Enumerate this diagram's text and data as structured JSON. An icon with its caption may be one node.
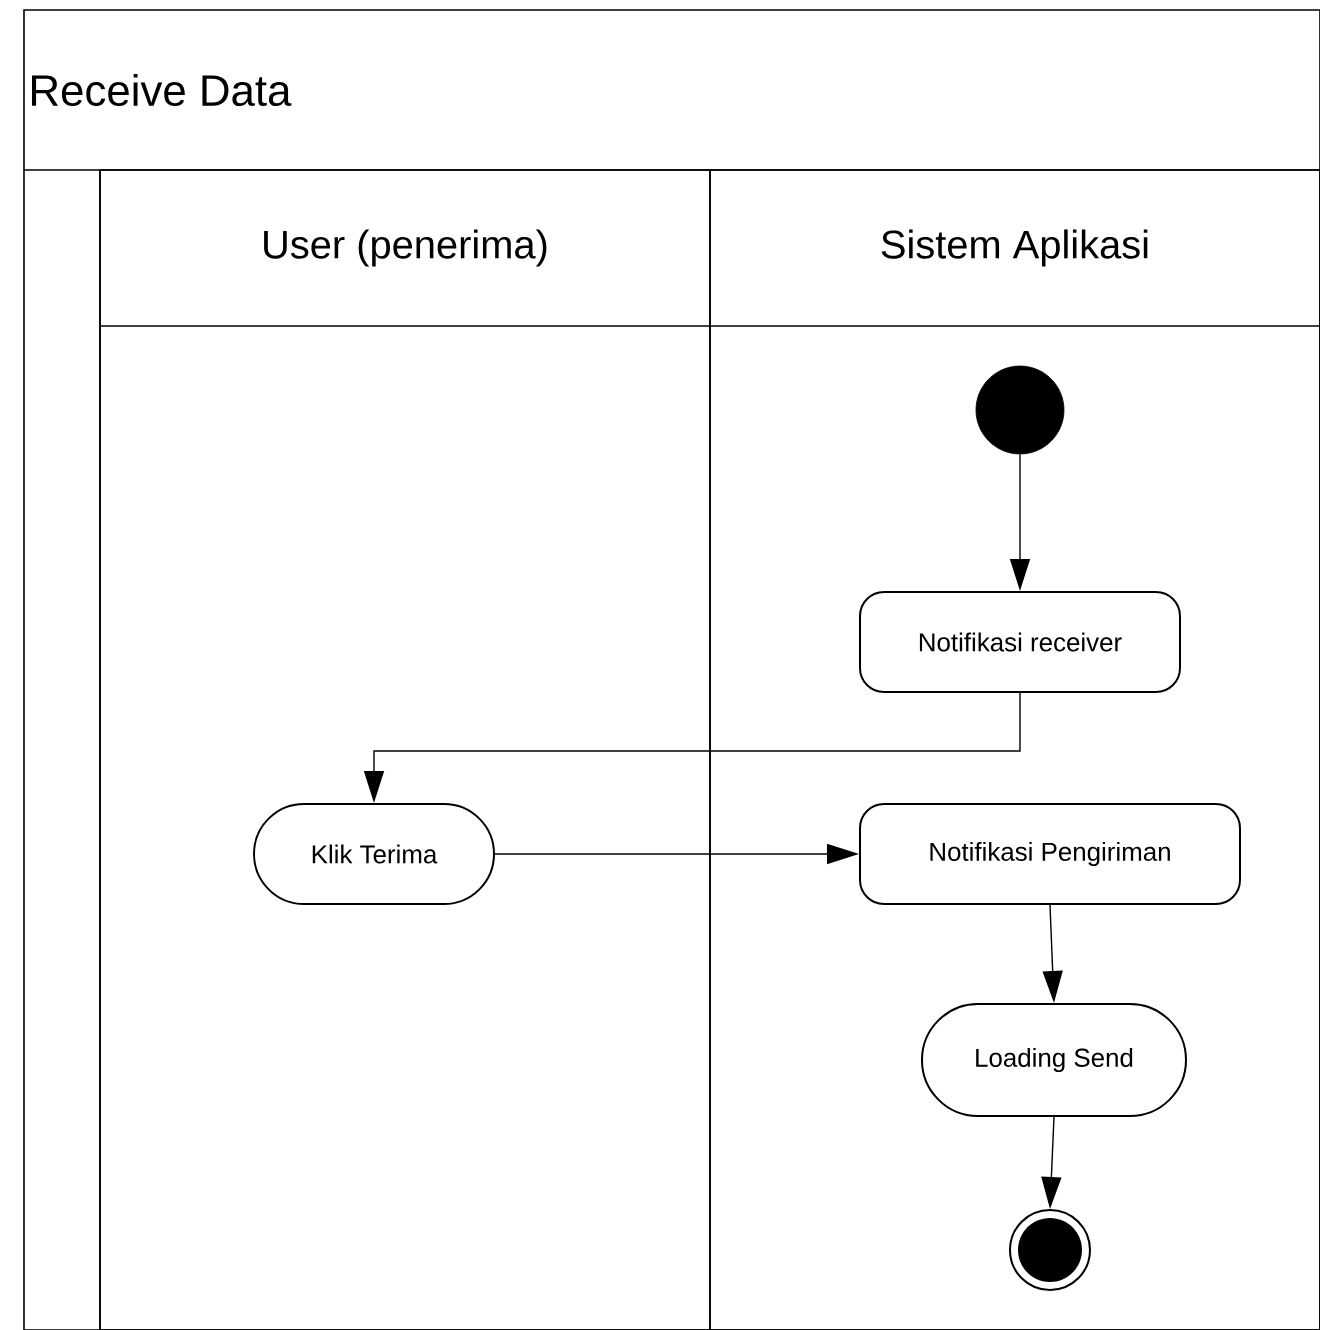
{
  "diagram": {
    "nodes": [
      {
        "text": [
          "Receive Data"
        ]
      },
      {
        "text": [
          "User (penerima)"
        ],
        "in": 0
      },
      {
        "text": [
          "Sistem Aplikasi"
        ],
        "in": 0
      },
      {
        "text": [],
        "shape": "circle",
        "in": 2
      },
      {
        "text": [
          "Notifikasi receiver"
        ],
        "in": 2
      },
      {
        "text": [
          "Klik Terima"
        ],
        "in": 1
      },
      {
        "text": [
          "Notifikasi Pengiriman"
        ],
        "in": 2
      },
      {
        "text": [
          "Loading Send"
        ],
        "in": 2
      },
      {
        "text": [],
        "shape": "bullseye",
        "in": 2
      }
    ],
    "edges": [
      {
        "from": 3,
        "to": 4,
        "arrow": "to"
      },
      {
        "from": 4,
        "to": 5,
        "arrow": "to"
      },
      {
        "from": 5,
        "to": 6,
        "arrow": "to"
      },
      {
        "from": 6,
        "to": 7,
        "arrow": "to"
      },
      {
        "from": 7,
        "to": 8,
        "arrow": "to"
      }
    ]
  }
}
